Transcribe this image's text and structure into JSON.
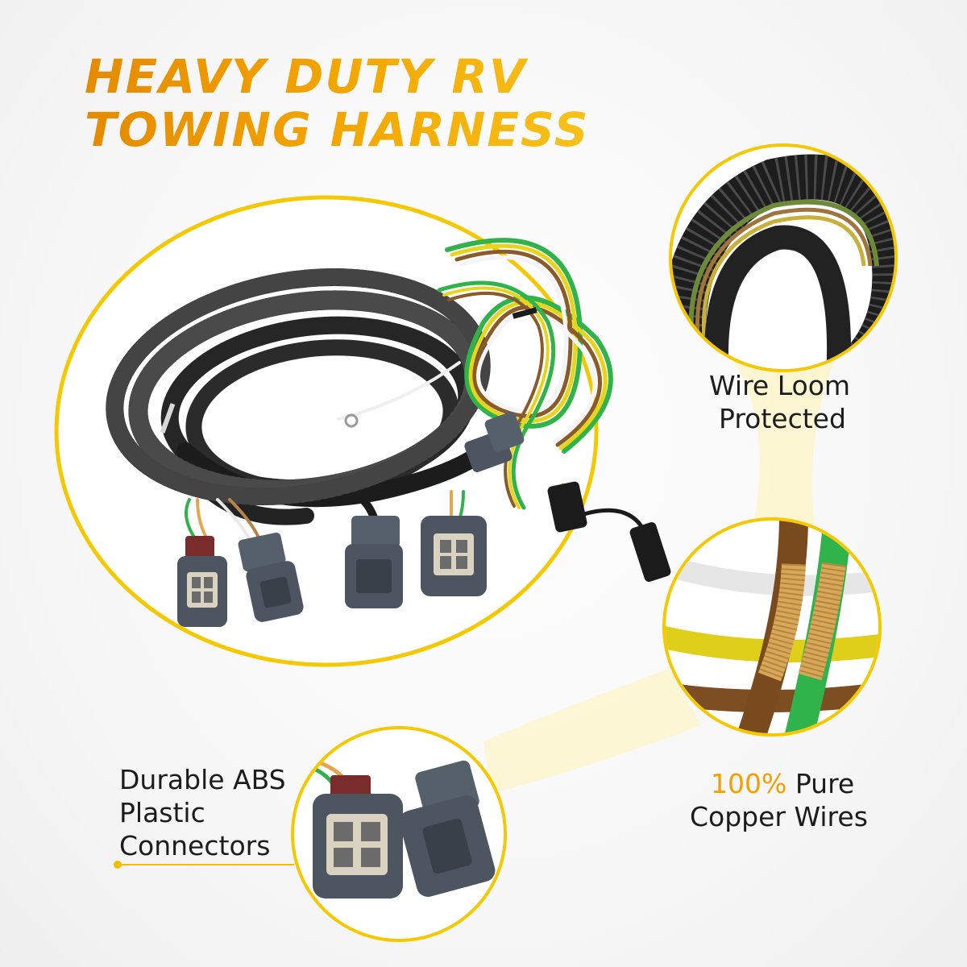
{
  "title": {
    "line1": "HEAVY DUTY RV",
    "line2": "TOWING HARNESS"
  },
  "features": {
    "loom": {
      "line1": "Wire Loom",
      "line2": "Protected"
    },
    "copper": {
      "percent": "100%",
      "line1_rest": " Pure",
      "line2": "Copper Wires"
    },
    "abs": {
      "line1": "Durable ABS",
      "line2": "Plastic",
      "line3": "Connectors"
    }
  },
  "colors": {
    "accent": "#f3a500",
    "ring": "#f5c800",
    "loom": "#1f1f1f",
    "connector": "#4d5560",
    "wire_green": "#2fb34a",
    "wire_brown": "#8a5a2b",
    "wire_yellow": "#e7d51c",
    "wire_white": "#f2f2f2"
  }
}
